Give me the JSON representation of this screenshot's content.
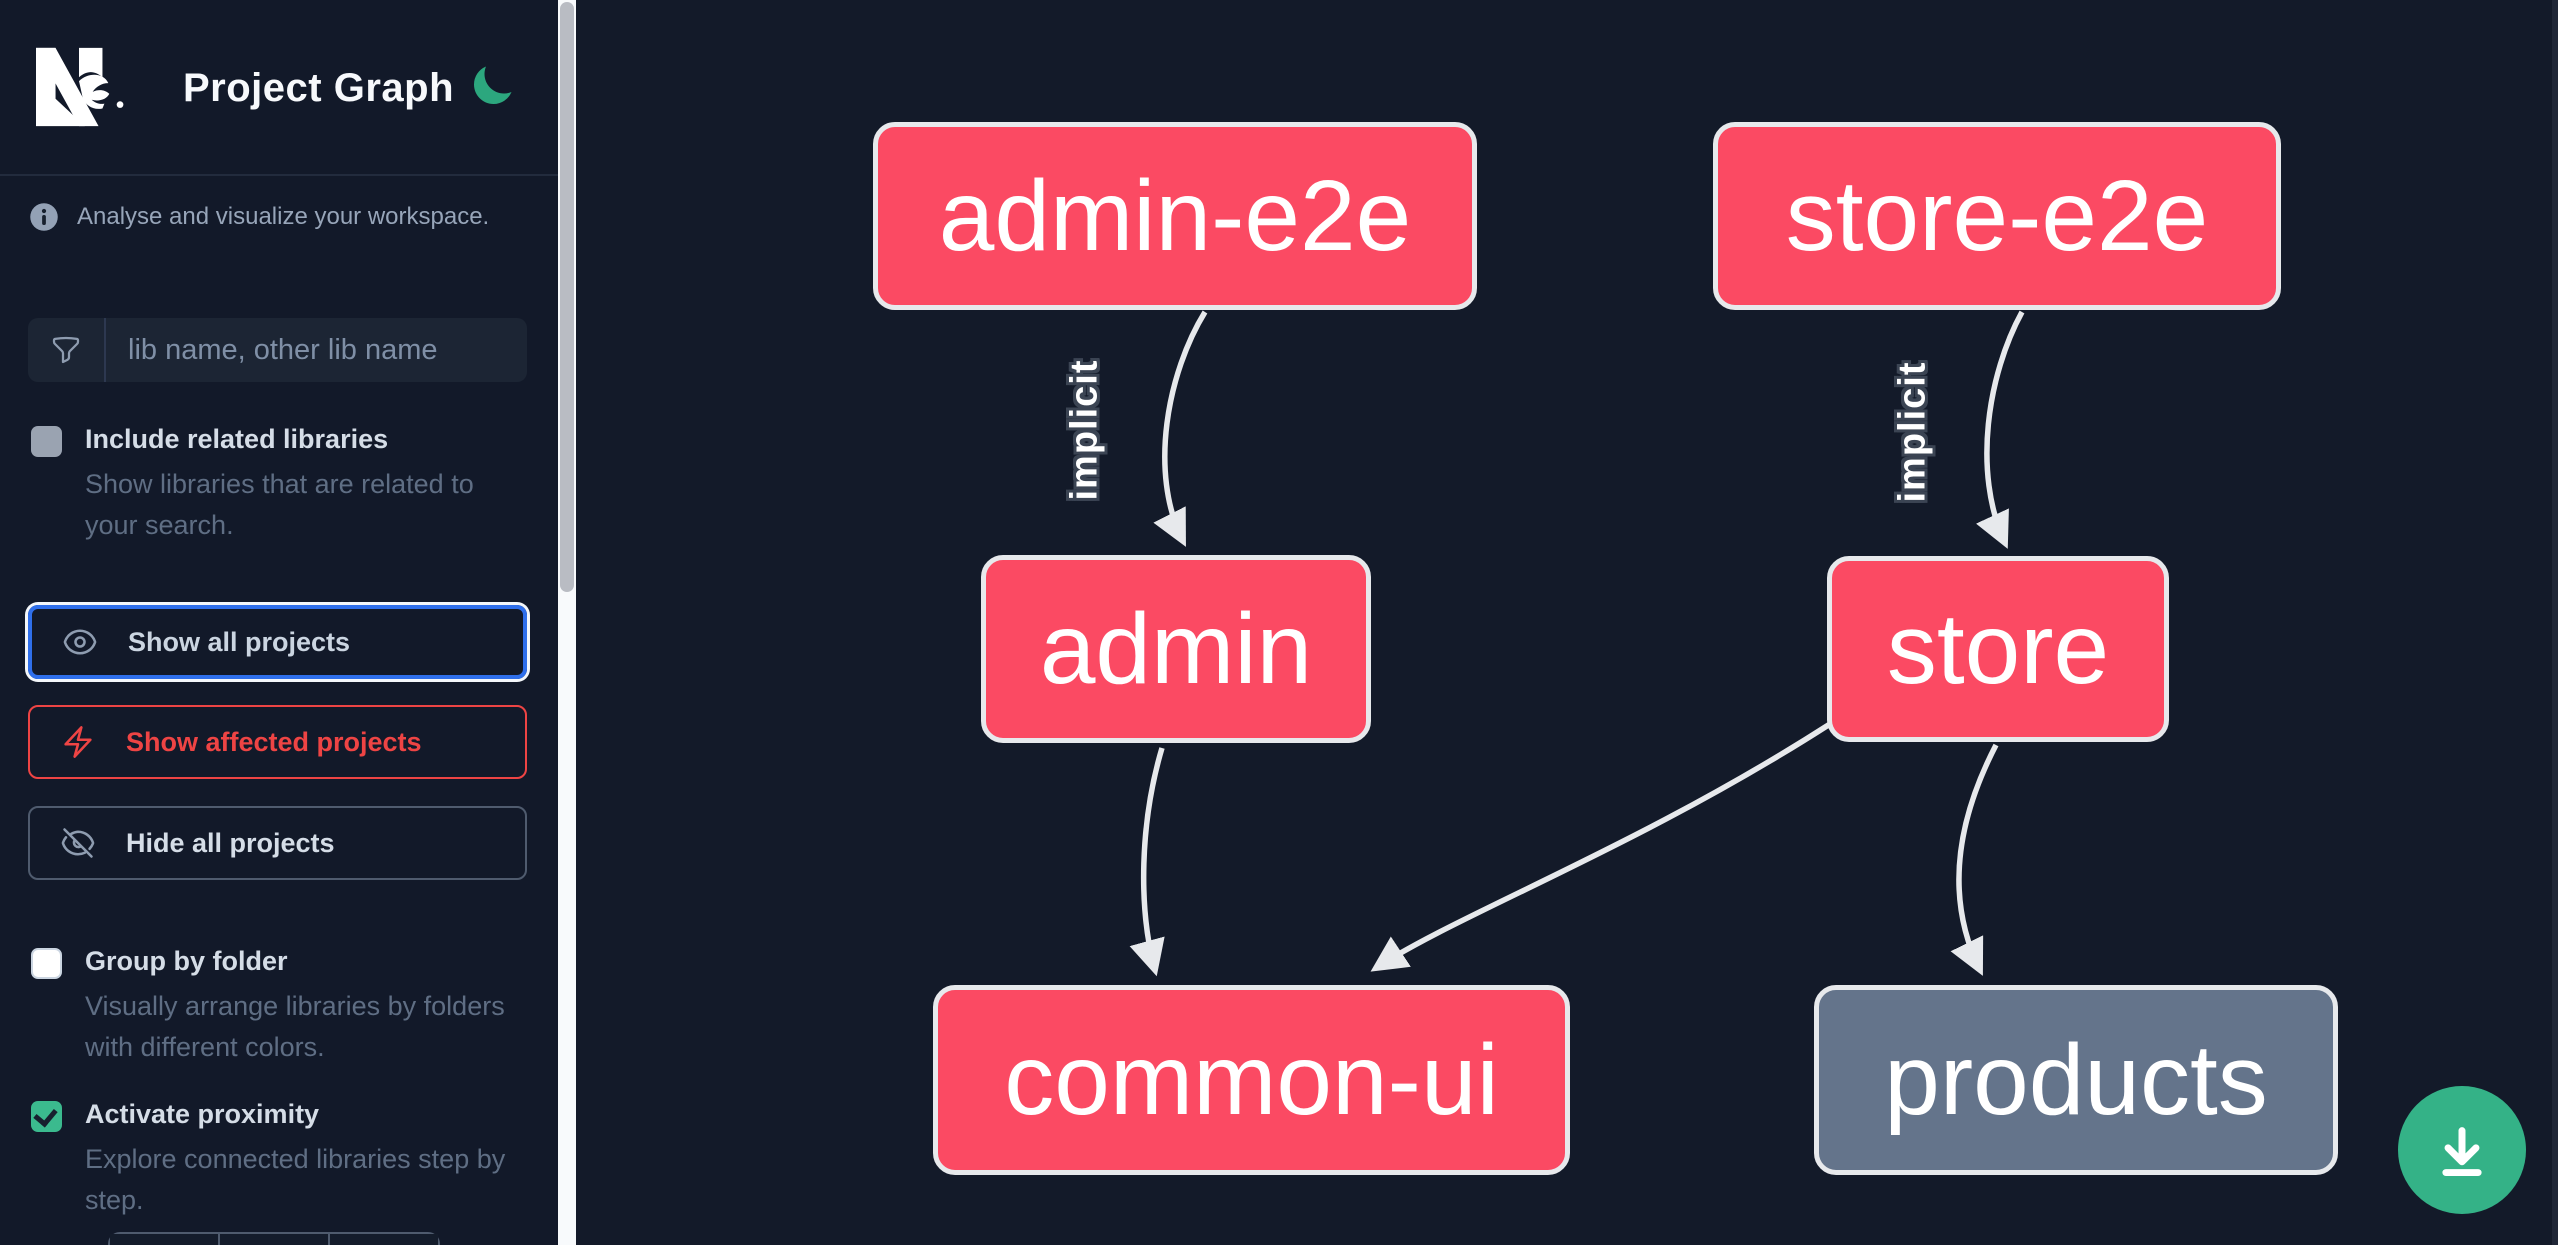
{
  "colors": {
    "accent_green": "#34b287",
    "affected_pink": "#fb4a63",
    "neutral_node_gray": "#64748b",
    "focus_blue": "#2f6feb",
    "affected_red": "#ee4444",
    "background": "#131a29"
  },
  "header": {
    "title": "Project Graph"
  },
  "sidebar": {
    "tagline": "Analyse and visualize your workspace.",
    "search": {
      "placeholder": "lib name, other lib name",
      "value": ""
    },
    "actions": [
      {
        "label": "Show all projects",
        "state": "focused"
      },
      {
        "label": "Show affected projects",
        "state": "default"
      },
      {
        "label": "Hide all projects",
        "state": "default"
      }
    ],
    "toggles": [
      {
        "label": "Include related libraries",
        "description": "Show libraries that are related to your search.",
        "checked": false
      },
      {
        "label": "Group by folder",
        "description": "Visually arrange libraries by folders with different colors.",
        "checked": false
      },
      {
        "label": "Activate proximity",
        "description": "Explore connected libraries step by step.",
        "checked": true
      }
    ]
  },
  "graph": {
    "nodes": [
      {
        "id": "admin-e2e",
        "label": "admin-e2e",
        "fill": "#fb4a63"
      },
      {
        "id": "store-e2e",
        "label": "store-e2e",
        "fill": "#fb4a63"
      },
      {
        "id": "admin",
        "label": "admin",
        "fill": "#fb4a63"
      },
      {
        "id": "store",
        "label": "store",
        "fill": "#fb4a63"
      },
      {
        "id": "common-ui",
        "label": "common-ui",
        "fill": "#fb4a63"
      },
      {
        "id": "products",
        "label": "products",
        "fill": "#64748b"
      }
    ],
    "edges": [
      {
        "from": "admin-e2e",
        "to": "admin",
        "label": "implicit"
      },
      {
        "from": "store-e2e",
        "to": "store",
        "label": "implicit"
      },
      {
        "from": "admin",
        "to": "common-ui",
        "label": ""
      },
      {
        "from": "store",
        "to": "common-ui",
        "label": ""
      },
      {
        "from": "store",
        "to": "products",
        "label": ""
      }
    ]
  }
}
